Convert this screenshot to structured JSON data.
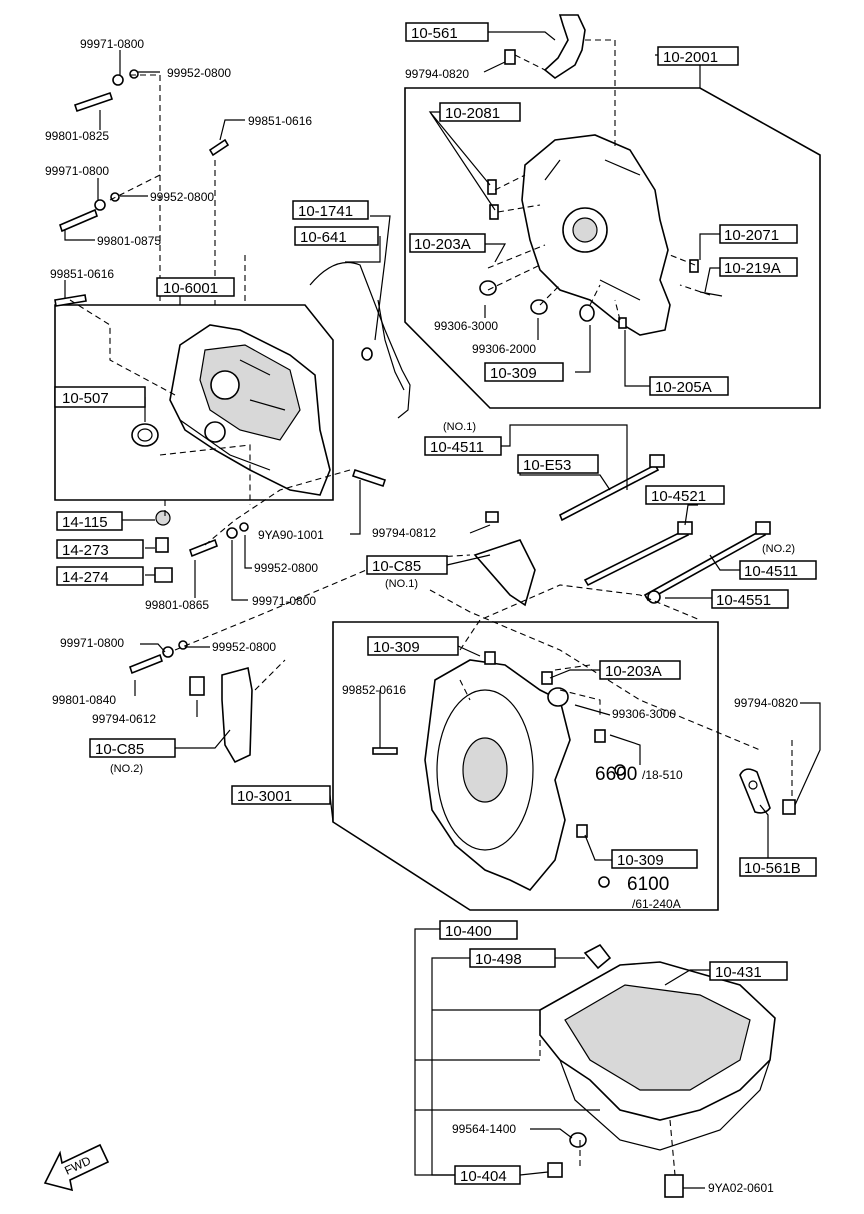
{
  "labels": {
    "l_99971_0800_a": "99971-0800",
    "l_99952_0800_a": "99952-0800",
    "l_99801_0825": "99801-0825",
    "l_99851_0616_a": "99851-0616",
    "l_99971_0800_b": "99971-0800",
    "l_99952_0800_b": "99952-0800",
    "l_99801_0875": "99801-0875",
    "l_99851_0616_b": "99851-0616",
    "b_10_6001": "10-6001",
    "b_10_507": "10-507",
    "b_14_115": "14-115",
    "b_14_273": "14-273",
    "b_14_274": "14-274",
    "l_99801_0865": "99801-0865",
    "l_99952_0800_c": "99952-0800",
    "l_99971_0800_c": "99971-0800",
    "l_9ya90_1001": "9YA90-1001",
    "b_10_1741": "10-1741",
    "b_10_641": "10-641",
    "b_10_561": "10-561",
    "l_99794_0820_a": "99794-0820",
    "b_10_2001": "10-2001",
    "b_10_2081": "10-2081",
    "b_10_203a_a": "10-203A",
    "b_10_2071": "10-2071",
    "b_10_219a": "10-219A",
    "l_99306_3000_a": "99306-3000",
    "l_99306_2000": "99306-2000",
    "b_10_309_a": "10-309",
    "b_10_205a": "10-205A",
    "l_no1_a": "(NO.1)",
    "b_10_4511_a": "10-4511",
    "b_10_e53": "10-E53",
    "b_10_4521": "10-4521",
    "l_99794_0812": "99794-0812",
    "b_10_c85_a": "10-C85",
    "l_no1_b": "(NO.1)",
    "l_no2_a": "(NO.2)",
    "b_10_4511_b": "10-4511",
    "b_10_4551": "10-4551",
    "l_99971_0800_d": "99971-0800",
    "l_99952_0800_d": "99952-0800",
    "l_99801_0840": "99801-0840",
    "l_99794_0612": "99794-0612",
    "b_10_c85_b": "10-C85",
    "l_no2_b": "(NO.2)",
    "b_10_3001": "10-3001",
    "b_10_309_b": "10-309",
    "l_99852_0616": "99852-0616",
    "b_10_203a_b": "10-203A",
    "l_99306_3000_b": "99306-3000",
    "l_6600": "6600",
    "l_18_510": "/18-510",
    "l_99794_0820_b": "99794-0820",
    "b_10_309_c": "10-309",
    "b_10_561b": "10-561B",
    "l_6100": "6100",
    "l_61_240a": "/61-240A",
    "b_10_400": "10-400",
    "b_10_498": "10-498",
    "b_10_431": "10-431",
    "l_99564_1400": "99564-1400",
    "b_10_404": "10-404",
    "l_9ya02_0601": "9YA02-0601",
    "l_fwd": "FWD"
  }
}
